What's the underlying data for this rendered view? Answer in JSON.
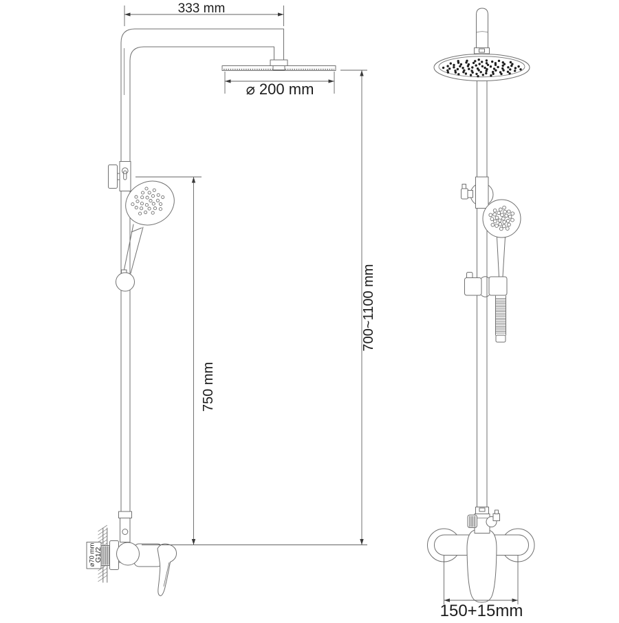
{
  "colors": {
    "background": "#ffffff",
    "line": "#6f6f6f",
    "dimension": "#636363",
    "arrow": "#3a3a3a",
    "text": "#1c1c1c",
    "dots": "#1f1f1f"
  },
  "labels": {
    "arm_length": "333 mm",
    "head_diameter": "⌀ 200 mm",
    "slide_bar_height": "750 mm",
    "overall_height": "700~1100 mm",
    "valve_center_distance": "150+15mm",
    "escutcheon_diameter": "⌀70 mm",
    "thread_size": "G1/2"
  }
}
